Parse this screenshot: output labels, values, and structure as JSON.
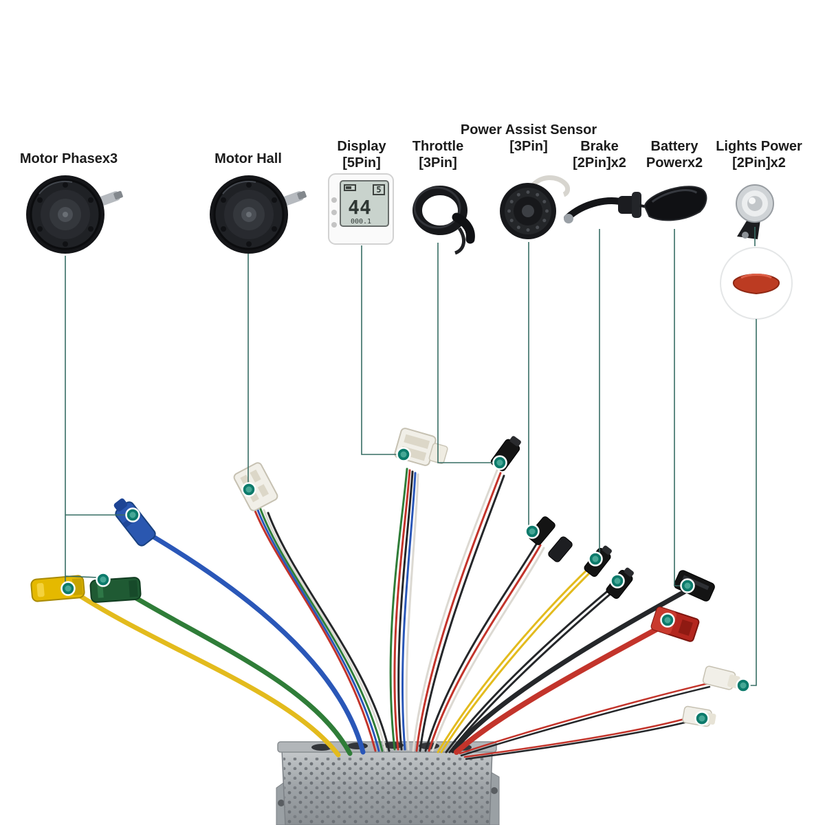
{
  "labels": {
    "motor_phase": {
      "title": "Motor Phasex3"
    },
    "motor_hall": {
      "title": "Motor Hall"
    },
    "display": {
      "title": "Display",
      "sub": "[5Pin]"
    },
    "throttle": {
      "title": "Throttle",
      "sub": "[3Pin]"
    },
    "pas": {
      "title": "Power Assist Sensor",
      "sub": "[3Pin]"
    },
    "brake": {
      "title": "Brake",
      "sub": "[2Pin]x2"
    },
    "battery": {
      "title": "Battery",
      "sub": "Powerx2"
    },
    "lights": {
      "title": "Lights Power",
      "sub": "[2Pin]x2"
    }
  },
  "display_screen": {
    "speed": "44",
    "assist_level": "5",
    "odometer": "000.1"
  },
  "colors": {
    "label_text": "#1c1c1c",
    "callout_line": "#376d64",
    "marker_outer": "#0c7a6b",
    "marker_inner": "#47a796",
    "wire_yellow": "#e3bb1d",
    "wire_green": "#2f7d38",
    "wire_blue": "#2a57b8",
    "wire_red": "#c3342b",
    "wire_black": "#25272a",
    "wire_white": "#dcd9d2",
    "connector_blue": "#2a57b0",
    "connector_yellow": "#e5b900",
    "connector_green": "#1f5a33",
    "connector_red": "#b3261e",
    "connector_white": "#f1efe8",
    "connector_black": "#141414",
    "controller_light": "#c6cacc",
    "controller_dark": "#8a8f93"
  }
}
